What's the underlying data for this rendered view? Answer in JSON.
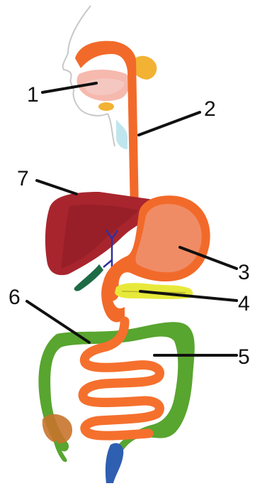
{
  "labels": {
    "l1": "1",
    "l2": "2",
    "l3": "3",
    "l4": "4",
    "l5": "5",
    "l6": "6",
    "l7": "7"
  },
  "colors": {
    "esophagus": "#f26a2a",
    "stomach": "#f08c65",
    "stomach_rim": "#f26a2a",
    "liver": "#a8252e",
    "liver_dark": "#8a1c24",
    "gallbladder": "#1d6b45",
    "pancreas": "#e7e93a",
    "small_intestine": "#f5702d",
    "large_intestine": "#58a52f",
    "rectum": "#2f5fb0",
    "ducts": "#3030a0",
    "glands": "#f2b233",
    "trachea": "#bfe6ee",
    "outline": "#c8c8c8"
  }
}
